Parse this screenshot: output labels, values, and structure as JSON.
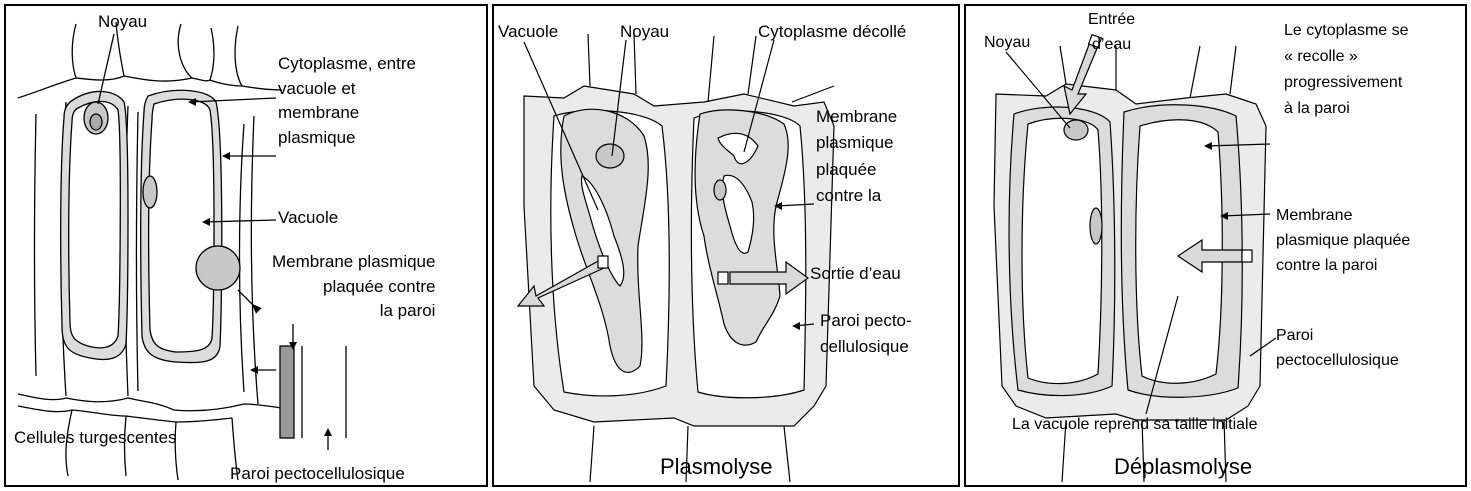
{
  "panels": [
    {
      "caption": "Cellules turgescentes",
      "labels": {
        "nucleus": "Noyau",
        "cytoplasm": "Cytoplasme, entre\nvacuole et\nmembrane\nplasmique",
        "vacuole": "Vacuole",
        "membrane": "Membrane plasmique\nplaquée contre\nla paroi",
        "wall": "Paroi pectocellulosique"
      }
    },
    {
      "title": "Plasmolyse",
      "labels": {
        "vacuole": "Vacuole",
        "nucleus": "Noyau",
        "cytoplasm": "Cytoplasme décollé",
        "membrane": "Membrane\nplasmique\nplaquée\ncontre la",
        "water_out": "Sortie d’eau",
        "wall": "Paroi pecto-\ncellulosique"
      }
    },
    {
      "title": "Déplasmolyse",
      "labels": {
        "water_in": "Entrée\nd’eau",
        "nucleus": "Noyau",
        "cytoplasm": "Le cytoplasme se\n« recolle »\nprogressivement\nà la paroi",
        "membrane": "Membrane\nplasmique plaquée\ncontre la paroi",
        "wall": "Paroi\npectocellulosique",
        "vacuole": "La vacuole reprend sa taille initiale"
      }
    }
  ],
  "colors": {
    "cytoplasm": "#dcdcdc",
    "arrow_fill": "#d9d9d9",
    "line": "#000000"
  }
}
